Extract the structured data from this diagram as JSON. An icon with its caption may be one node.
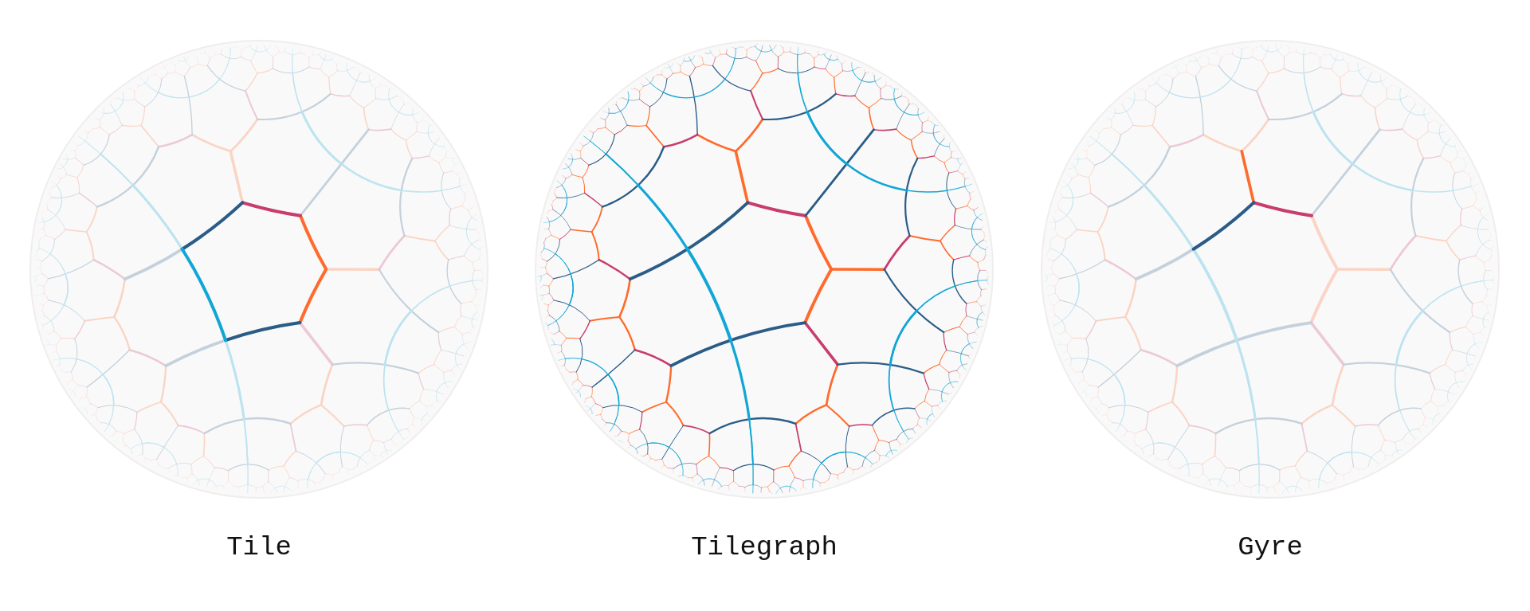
{
  "diagram": {
    "labels": [
      "Tile",
      "Tilegraph",
      "Gyre"
    ]
  }
}
